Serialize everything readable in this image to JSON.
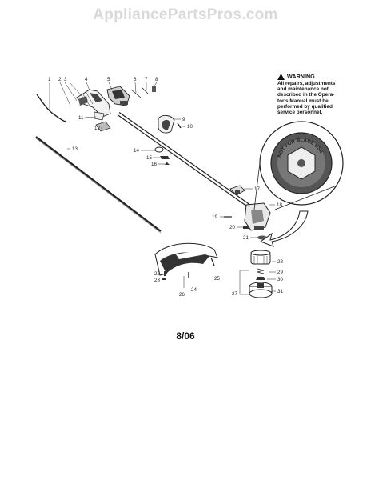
{
  "watermark": "AppliancePartsPros.com",
  "warning": {
    "title": "WARNING",
    "lines": [
      "All repairs, adjustments",
      "and maintenance not",
      "described in the Opera-",
      "tor's Manual must be",
      "performed by qualified",
      "service personnel."
    ]
  },
  "hub_text": "NOT FOR BLADE USE",
  "date_code": "8/06",
  "callouts": [
    "1",
    "2",
    "3",
    "4",
    "5",
    "6",
    "7",
    "8",
    "9",
    "10",
    "11",
    "12",
    "13",
    "14",
    "15",
    "16",
    "17",
    "18",
    "19",
    "20",
    "21",
    "22",
    "23",
    "24",
    "25",
    "26",
    "27",
    "28",
    "29",
    "30",
    "31"
  ],
  "icons": {
    "warning": "warning-triangle-icon"
  },
  "colors": {
    "ink": "#222222",
    "watermark": "#d9d9d9"
  }
}
